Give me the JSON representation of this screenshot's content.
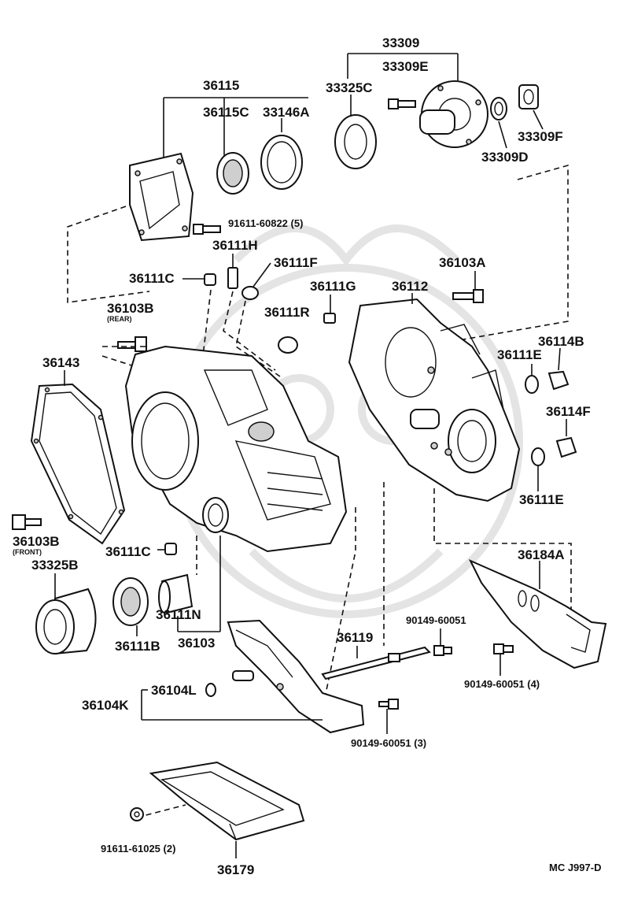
{
  "diagram_id": "MC J997-D",
  "labels": {
    "p33309": "33309",
    "p33309E": "33309E",
    "p33325C": "33325C",
    "p36115": "36115",
    "p36115C": "36115C",
    "p33146A": "33146A",
    "p33309F": "33309F",
    "p33309D": "33309D",
    "p91611_60822": "91611-60822 (5)",
    "p36111H": "36111H",
    "p36111F": "36111F",
    "p36111C_top": "36111C",
    "p36103A": "36103A",
    "p36111G": "36111G",
    "p36112": "36112",
    "p36103B_rear": "36103B",
    "rear_note": "(REAR)",
    "p36111R": "36111R",
    "p36111E_top": "36111E",
    "p36114B": "36114B",
    "p36143": "36143",
    "p36114F": "36114F",
    "p36111E_bot": "36111E",
    "p36103B_front": "36103B",
    "front_note": "(FRONT)",
    "p36111C_bot": "36111C",
    "p36184A": "36184A",
    "p33325B": "33325B",
    "p36111N": "36111N",
    "p36111B": "36111B",
    "p36103": "36103",
    "p90149_60051": "90149-60051",
    "p36119": "36119",
    "p90149_60051_4": "90149-60051 (4)",
    "p36104L": "36104L",
    "p36104K": "36104K",
    "p90149_60051_3": "90149-60051 (3)",
    "p91611_61025": "91611-61025 (2)",
    "p36179": "36179"
  }
}
